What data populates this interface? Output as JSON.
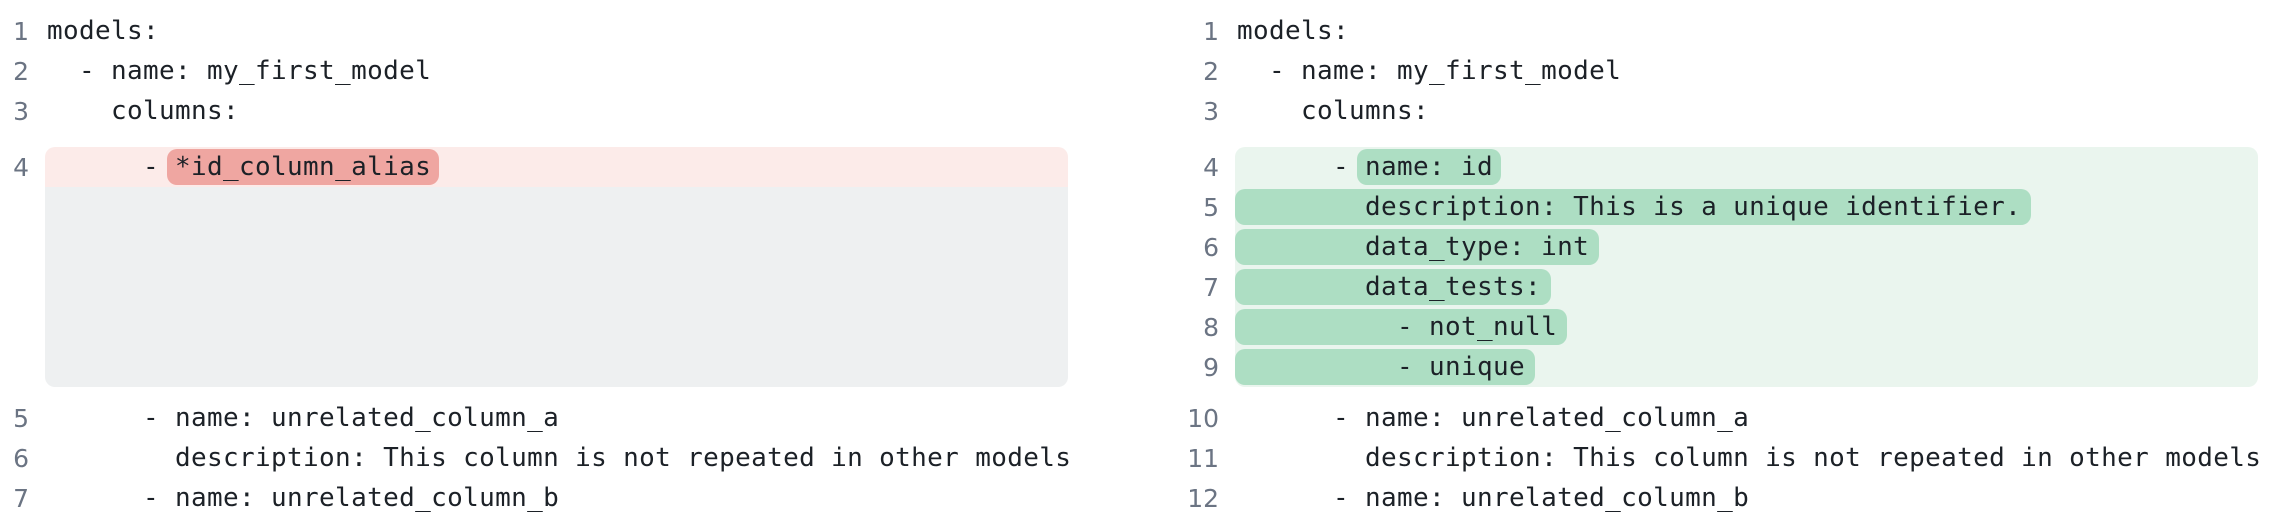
{
  "colors": {
    "background": "#ffffff",
    "code_text": "#1c2127",
    "line_number": "#6b7483",
    "removed_row_bg": "#fcebe9",
    "removed_token_bg": "#efa6a1",
    "collapsed_spacer_bg": "#eef0f1",
    "added_block_bg": "#eaf5ee",
    "added_token_bg": "#addec3"
  },
  "left": {
    "lines": [
      {
        "num": "1",
        "text": "models:"
      },
      {
        "num": "2",
        "text": "  - name: my_first_model"
      },
      {
        "num": "3",
        "text": "    columns:"
      },
      {
        "num": "4",
        "pre": "      - ",
        "token": "*id_column_alias"
      },
      {
        "num": "5",
        "text": "      - name: unrelated_column_a"
      },
      {
        "num": "6",
        "text": "        description: This column is not repeated in other models"
      },
      {
        "num": "7",
        "text": "      - name: unrelated_column_b"
      }
    ]
  },
  "right": {
    "lines": [
      {
        "num": "1",
        "text": "models:"
      },
      {
        "num": "2",
        "text": "  - name: my_first_model"
      },
      {
        "num": "3",
        "text": "    columns:"
      },
      {
        "num": "4",
        "pre": "      - ",
        "token": "name: id"
      },
      {
        "num": "5",
        "token": "        description: This is a unique identifier."
      },
      {
        "num": "6",
        "token": "        data_type: int"
      },
      {
        "num": "7",
        "token": "        data_tests:"
      },
      {
        "num": "8",
        "token": "          - not_null"
      },
      {
        "num": "9",
        "token": "          - unique"
      },
      {
        "num": "10",
        "text": "      - name: unrelated_column_a"
      },
      {
        "num": "11",
        "text": "        description: This column is not repeated in other models"
      },
      {
        "num": "12",
        "text": "      - name: unrelated_column_b"
      }
    ]
  }
}
